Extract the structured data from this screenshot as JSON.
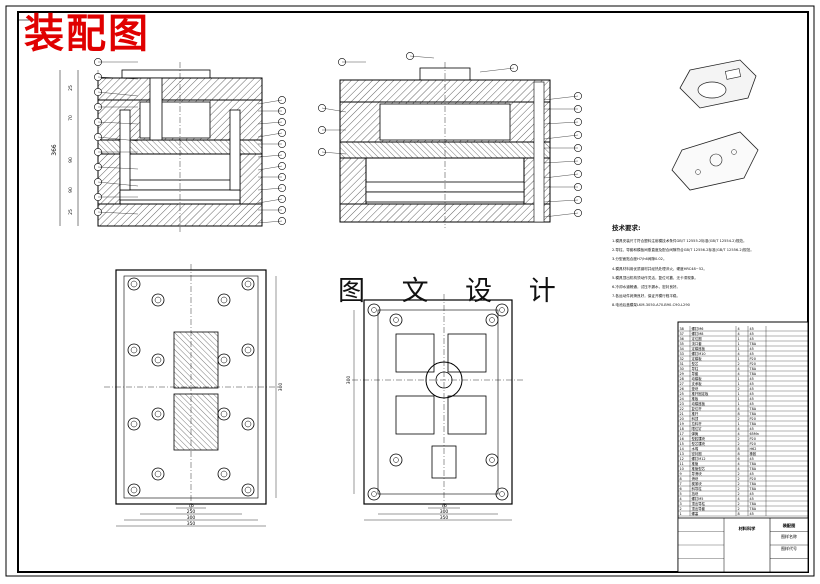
{
  "drawing": {
    "title": "装配图",
    "watermark_banner": "图 文 设 计"
  },
  "tech_requirements": {
    "title": "技术要求:",
    "lines": [
      "1.模具安装尺寸符合塑料注射模技术条件GB/T 12555.2标准(GB/T 12554.2)规范。",
      "2.导柱、导套和模板间垂直度及配合间隙符合GB/T 12556.2标准(GB/T 12556.2)规范。",
      "3.分型面贴合度H7/h6间隙0.02。",
      "4.模具材料用优质钢材并经热处理淬火，硬度HRC48~52。",
      "5.模具顶出机构须动作灵活，复位可靠，无卡滞现象。",
      "6.冷却水道畅通，试压不漏水，密封良好。",
      "7.各运动件润滑良好，保证开模行程平稳。",
      "8.电池后盖模架LKM-3050-A70-B90-C90-L290"
    ]
  },
  "dimensions": {
    "front_height": "366",
    "plan_left_bottom": [
      "76",
      "250",
      "300",
      "350"
    ],
    "plan_right_bottom": [
      "76",
      "300",
      "350"
    ],
    "plan_left_side": "300",
    "plan_right_side": "300",
    "front_labels": [
      "25",
      "70",
      "90",
      "90",
      "25"
    ]
  },
  "bom": {
    "rows": [
      [
        "38",
        "螺钉M6",
        "4",
        "45"
      ],
      [
        "37",
        "螺钉M8",
        "4",
        "45"
      ],
      [
        "36",
        "定位圈",
        "1",
        "45"
      ],
      [
        "35",
        "浇口套",
        "1",
        "T8A"
      ],
      [
        "34",
        "定模座板",
        "1",
        "45"
      ],
      [
        "33",
        "螺钉M10",
        "4",
        "45"
      ],
      [
        "32",
        "定模板",
        "1",
        "P20"
      ],
      [
        "31",
        "型芯",
        "2",
        "P20"
      ],
      [
        "30",
        "导柱",
        "4",
        "T8A"
      ],
      [
        "29",
        "导套",
        "4",
        "T8A"
      ],
      [
        "28",
        "动模板",
        "1",
        "45"
      ],
      [
        "27",
        "支承板",
        "1",
        "45"
      ],
      [
        "26",
        "垫块",
        "2",
        "45"
      ],
      [
        "25",
        "推杆固定板",
        "1",
        "45"
      ],
      [
        "24",
        "推板",
        "1",
        "45"
      ],
      [
        "23",
        "动模座板",
        "1",
        "45"
      ],
      [
        "22",
        "复位杆",
        "4",
        "T8A"
      ],
      [
        "21",
        "推杆",
        "8",
        "T8A"
      ],
      [
        "20",
        "斜顶",
        "2",
        "P20"
      ],
      [
        "19",
        "拉料杆",
        "1",
        "T8A"
      ],
      [
        "18",
        "限位钉",
        "4",
        "45"
      ],
      [
        "17",
        "弹簧",
        "4",
        "65Mn"
      ],
      [
        "16",
        "型腔镶块",
        "2",
        "P20"
      ],
      [
        "15",
        "型芯镶块",
        "2",
        "P20"
      ],
      [
        "14",
        "水嘴",
        "8",
        "H62"
      ],
      [
        "13",
        "密封圈",
        "8",
        "橡胶"
      ],
      [
        "12",
        "螺钉M12",
        "6",
        "45"
      ],
      [
        "11",
        "推管",
        "4",
        "T8A"
      ],
      [
        "10",
        "推管型芯",
        "4",
        "T8A"
      ],
      [
        "9",
        "导滑块",
        "2",
        "45"
      ],
      [
        "8",
        "滑块",
        "2",
        "P20"
      ],
      [
        "7",
        "楔紧块",
        "2",
        "T8A"
      ],
      [
        "6",
        "斜导柱",
        "2",
        "T8A"
      ],
      [
        "5",
        "挡块",
        "2",
        "45"
      ],
      [
        "4",
        "螺钉M5",
        "4",
        "45"
      ],
      [
        "3",
        "顶出导柱",
        "2",
        "T8A"
      ],
      [
        "2",
        "顶出导套",
        "2",
        "T8A"
      ],
      [
        "1",
        "螺塞",
        "8",
        "45"
      ]
    ],
    "title_block": {
      "drawing_name": "装配图",
      "school": "材料科学",
      "company": "图样名称",
      "code": "图样代号"
    }
  }
}
